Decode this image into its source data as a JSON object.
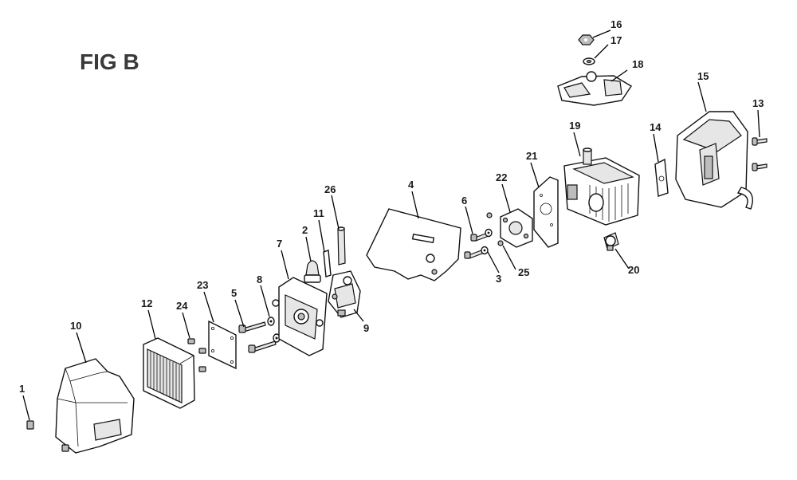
{
  "figure": {
    "title": "FIG B"
  },
  "callouts": {
    "n1": "1",
    "n2": "2",
    "n3": "3",
    "n4": "4",
    "n5": "5",
    "n6": "6",
    "n7": "7",
    "n8": "8",
    "n9": "9",
    "n10": "10",
    "n11": "11",
    "n12": "12",
    "n13": "13",
    "n14": "14",
    "n15": "15",
    "n16": "16",
    "n17": "17",
    "n18": "18",
    "n19": "19",
    "n20": "20",
    "n21": "21",
    "n22": "22",
    "n23": "23",
    "n24": "24",
    "n25": "25",
    "n26": "26"
  }
}
